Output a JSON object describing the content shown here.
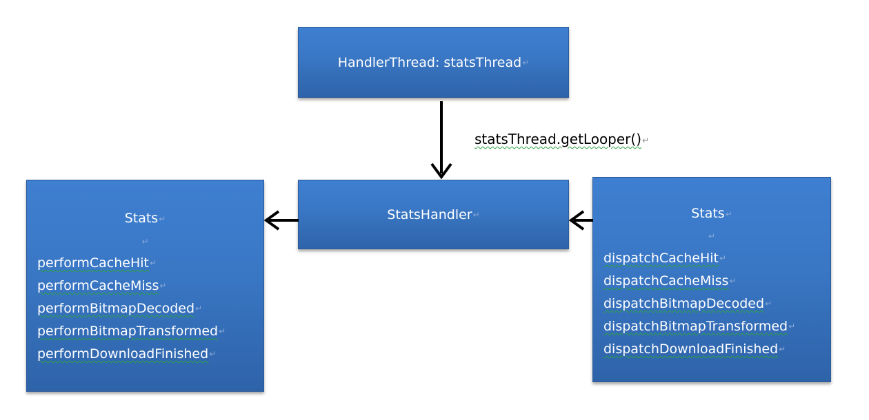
{
  "nodes": {
    "handler_thread": {
      "label": "HandlerThread: statsThread"
    },
    "stats_handler": {
      "label": "StatsHandler"
    },
    "stats_left": {
      "title": "Stats",
      "methods": [
        "performCacheHit",
        "performCacheMiss",
        "performBitmapDecoded",
        "performBitmapTransformed",
        "performDownloadFinished"
      ]
    },
    "stats_right": {
      "title": "Stats",
      "methods": [
        "dispatchCacheHit",
        "dispatchCacheMiss",
        "dispatchBitmapDecoded",
        "dispatchBitmapTransformed",
        "dispatchDownloadFinished"
      ]
    }
  },
  "edges": [
    {
      "from": "handler_thread",
      "to": "stats_handler",
      "label": "statsThread.getLooper()"
    },
    {
      "from": "stats_handler",
      "to": "stats_left"
    },
    {
      "from": "stats_right",
      "to": "stats_handler"
    }
  ],
  "colors": {
    "box_fill": "#3a78c6",
    "box_border": "#2a5a9a",
    "arrow": "#000000",
    "box_text": "#ffffff"
  }
}
